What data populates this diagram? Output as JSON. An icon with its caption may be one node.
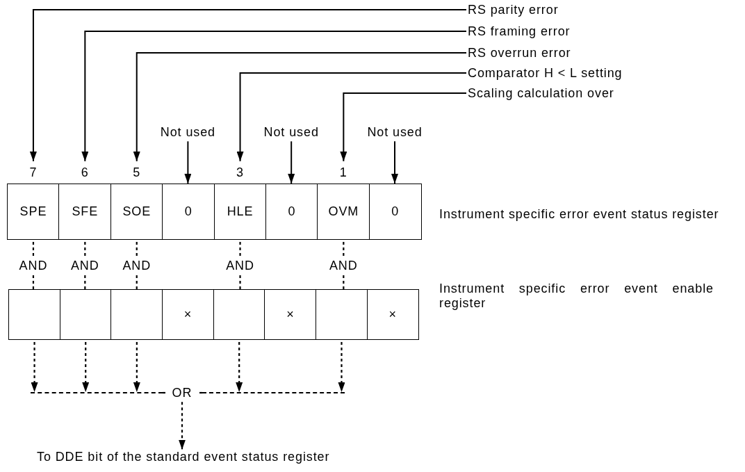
{
  "diagram": {
    "nodes": [
      {
        "text": [
          "RS parity error"
        ]
      },
      {
        "text": [
          "RS framing error"
        ]
      },
      {
        "text": [
          "RS overrun error"
        ]
      },
      {
        "text": [
          "Comparator H < L setting"
        ]
      },
      {
        "text": [
          "Scaling calculation over"
        ]
      },
      {
        "text": [
          "Not used"
        ]
      },
      {
        "text": [
          "Not used"
        ]
      },
      {
        "text": [
          "Not used"
        ]
      },
      {
        "text": [
          "SPE"
        ],
        "beside": [
          "7"
        ]
      },
      {
        "text": [
          "SFE"
        ],
        "beside": [
          "6"
        ]
      },
      {
        "text": [
          "SOE"
        ],
        "beside": [
          "5"
        ]
      },
      {
        "text": [
          "0"
        ]
      },
      {
        "text": [
          "HLE"
        ],
        "beside": [
          "3"
        ]
      },
      {
        "text": [
          "0"
        ]
      },
      {
        "text": [
          "OVM"
        ],
        "beside": [
          "1"
        ]
      },
      {
        "text": [
          "0"
        ]
      },
      {
        "text": [],
        "shape": "box"
      },
      {
        "text": [],
        "shape": "box"
      },
      {
        "text": [],
        "shape": "box"
      },
      {
        "text": [
          "×"
        ]
      },
      {
        "text": [],
        "shape": "box"
      },
      {
        "text": [
          "×"
        ]
      },
      {
        "text": [],
        "shape": "box"
      },
      {
        "text": [
          "×"
        ]
      },
      {
        "text": [
          "OR"
        ]
      },
      {
        "text": [
          "To DDE bit of the standard event status register"
        ]
      },
      {
        "text": [],
        "shape": "bar"
      },
      {
        "text": [],
        "shape": "bar"
      }
    ],
    "edges": [
      {
        "from": 0,
        "to": 8,
        "arrow": "to"
      },
      {
        "from": 1,
        "to": 9,
        "arrow": "to"
      },
      {
        "from": 2,
        "to": 10,
        "arrow": "to"
      },
      {
        "from": 3,
        "to": 12,
        "arrow": "to"
      },
      {
        "from": 4,
        "to": 14,
        "arrow": "to"
      },
      {
        "from": 5,
        "to": 11,
        "arrow": "to"
      },
      {
        "from": 6,
        "to": 13,
        "arrow": "to"
      },
      {
        "from": 7,
        "to": 15,
        "arrow": "to"
      },
      {
        "from": 8,
        "to": 16,
        "arrow": "none",
        "style": "dashed",
        "label": "AND"
      },
      {
        "from": 9,
        "to": 17,
        "arrow": "none",
        "style": "dashed",
        "label": "AND"
      },
      {
        "from": 10,
        "to": 18,
        "arrow": "none",
        "style": "dashed",
        "label": "AND"
      },
      {
        "from": 12,
        "to": 20,
        "arrow": "none",
        "style": "dashed",
        "label": "AND"
      },
      {
        "from": 14,
        "to": 22,
        "arrow": "none",
        "style": "dashed",
        "label": "AND"
      },
      {
        "from": 16,
        "to": 26,
        "arrow": "to",
        "style": "dashed"
      },
      {
        "from": 17,
        "to": 26,
        "arrow": "to",
        "style": "dashed"
      },
      {
        "from": 18,
        "to": 26,
        "arrow": "to",
        "style": "dashed"
      },
      {
        "from": 20,
        "to": 27,
        "arrow": "to",
        "style": "dashed"
      },
      {
        "from": 22,
        "to": 27,
        "arrow": "to",
        "style": "dashed"
      },
      {
        "from": 26,
        "to": 24,
        "arrow": "none",
        "style": "dashed"
      },
      {
        "from": 27,
        "to": 24,
        "arrow": "none",
        "style": "dashed"
      },
      {
        "from": 24,
        "to": 25,
        "arrow": "to",
        "style": "dashed"
      }
    ],
    "labels": [
      "Instrument specific error event status register",
      "Instrument specific error event enable register"
    ]
  }
}
